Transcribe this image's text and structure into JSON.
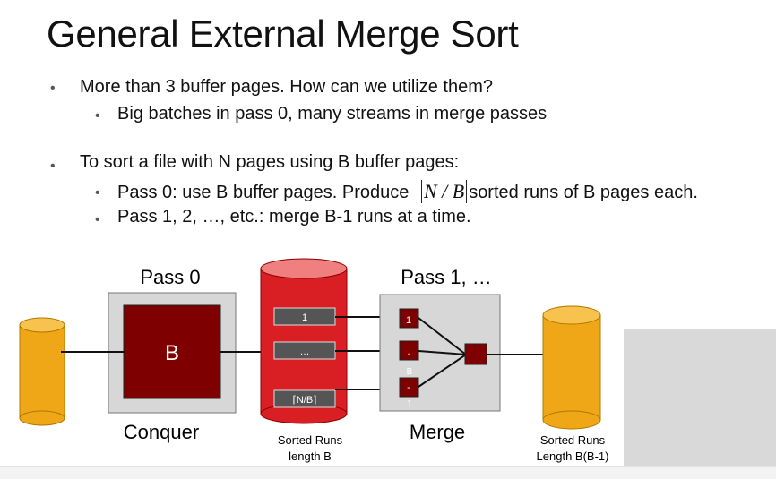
{
  "slide": {
    "title": "General External Merge Sort",
    "bullets": [
      {
        "text": "More than 3 buffer pages.  How can we utilize them?",
        "sub": [
          "Big batches in pass 0, many streams in merge passes"
        ]
      },
      {
        "text": "To sort a file with N pages using B buffer pages:",
        "sub_pass0_before": "Pass 0: use B buffer pages. Produce",
        "sub_pass0_formula": "N / B",
        "sub_pass0_after": "sorted runs of B pages each.",
        "sub_pass1": "Pass 1, 2, …,  etc.: merge B-1 runs at a time."
      }
    ]
  },
  "diagram": {
    "pass0_label": "Pass 0",
    "pass0_box_label": "B",
    "conquer_label": "Conquer",
    "runs_items": [
      "1",
      "…",
      "⌈N/B⌉"
    ],
    "sorted_runs_label_1": "Sorted Runs",
    "sorted_runs_label_2": "length B",
    "pass1_label": "Pass 1, …",
    "merge_inputs": [
      "1",
      ".",
      "-"
    ],
    "merge_input_labels": [
      "B",
      "1"
    ],
    "merge_label": "Merge",
    "output_label_1": "Sorted Runs",
    "output_label_2": "Length B(B-1)",
    "colors": {
      "gold": "#efa718",
      "dark_red": "#7e0000",
      "red": "#d91f24",
      "pink_top": "#f08080",
      "light_gray": "#d7d7d7",
      "slot_gray": "#555555"
    }
  }
}
